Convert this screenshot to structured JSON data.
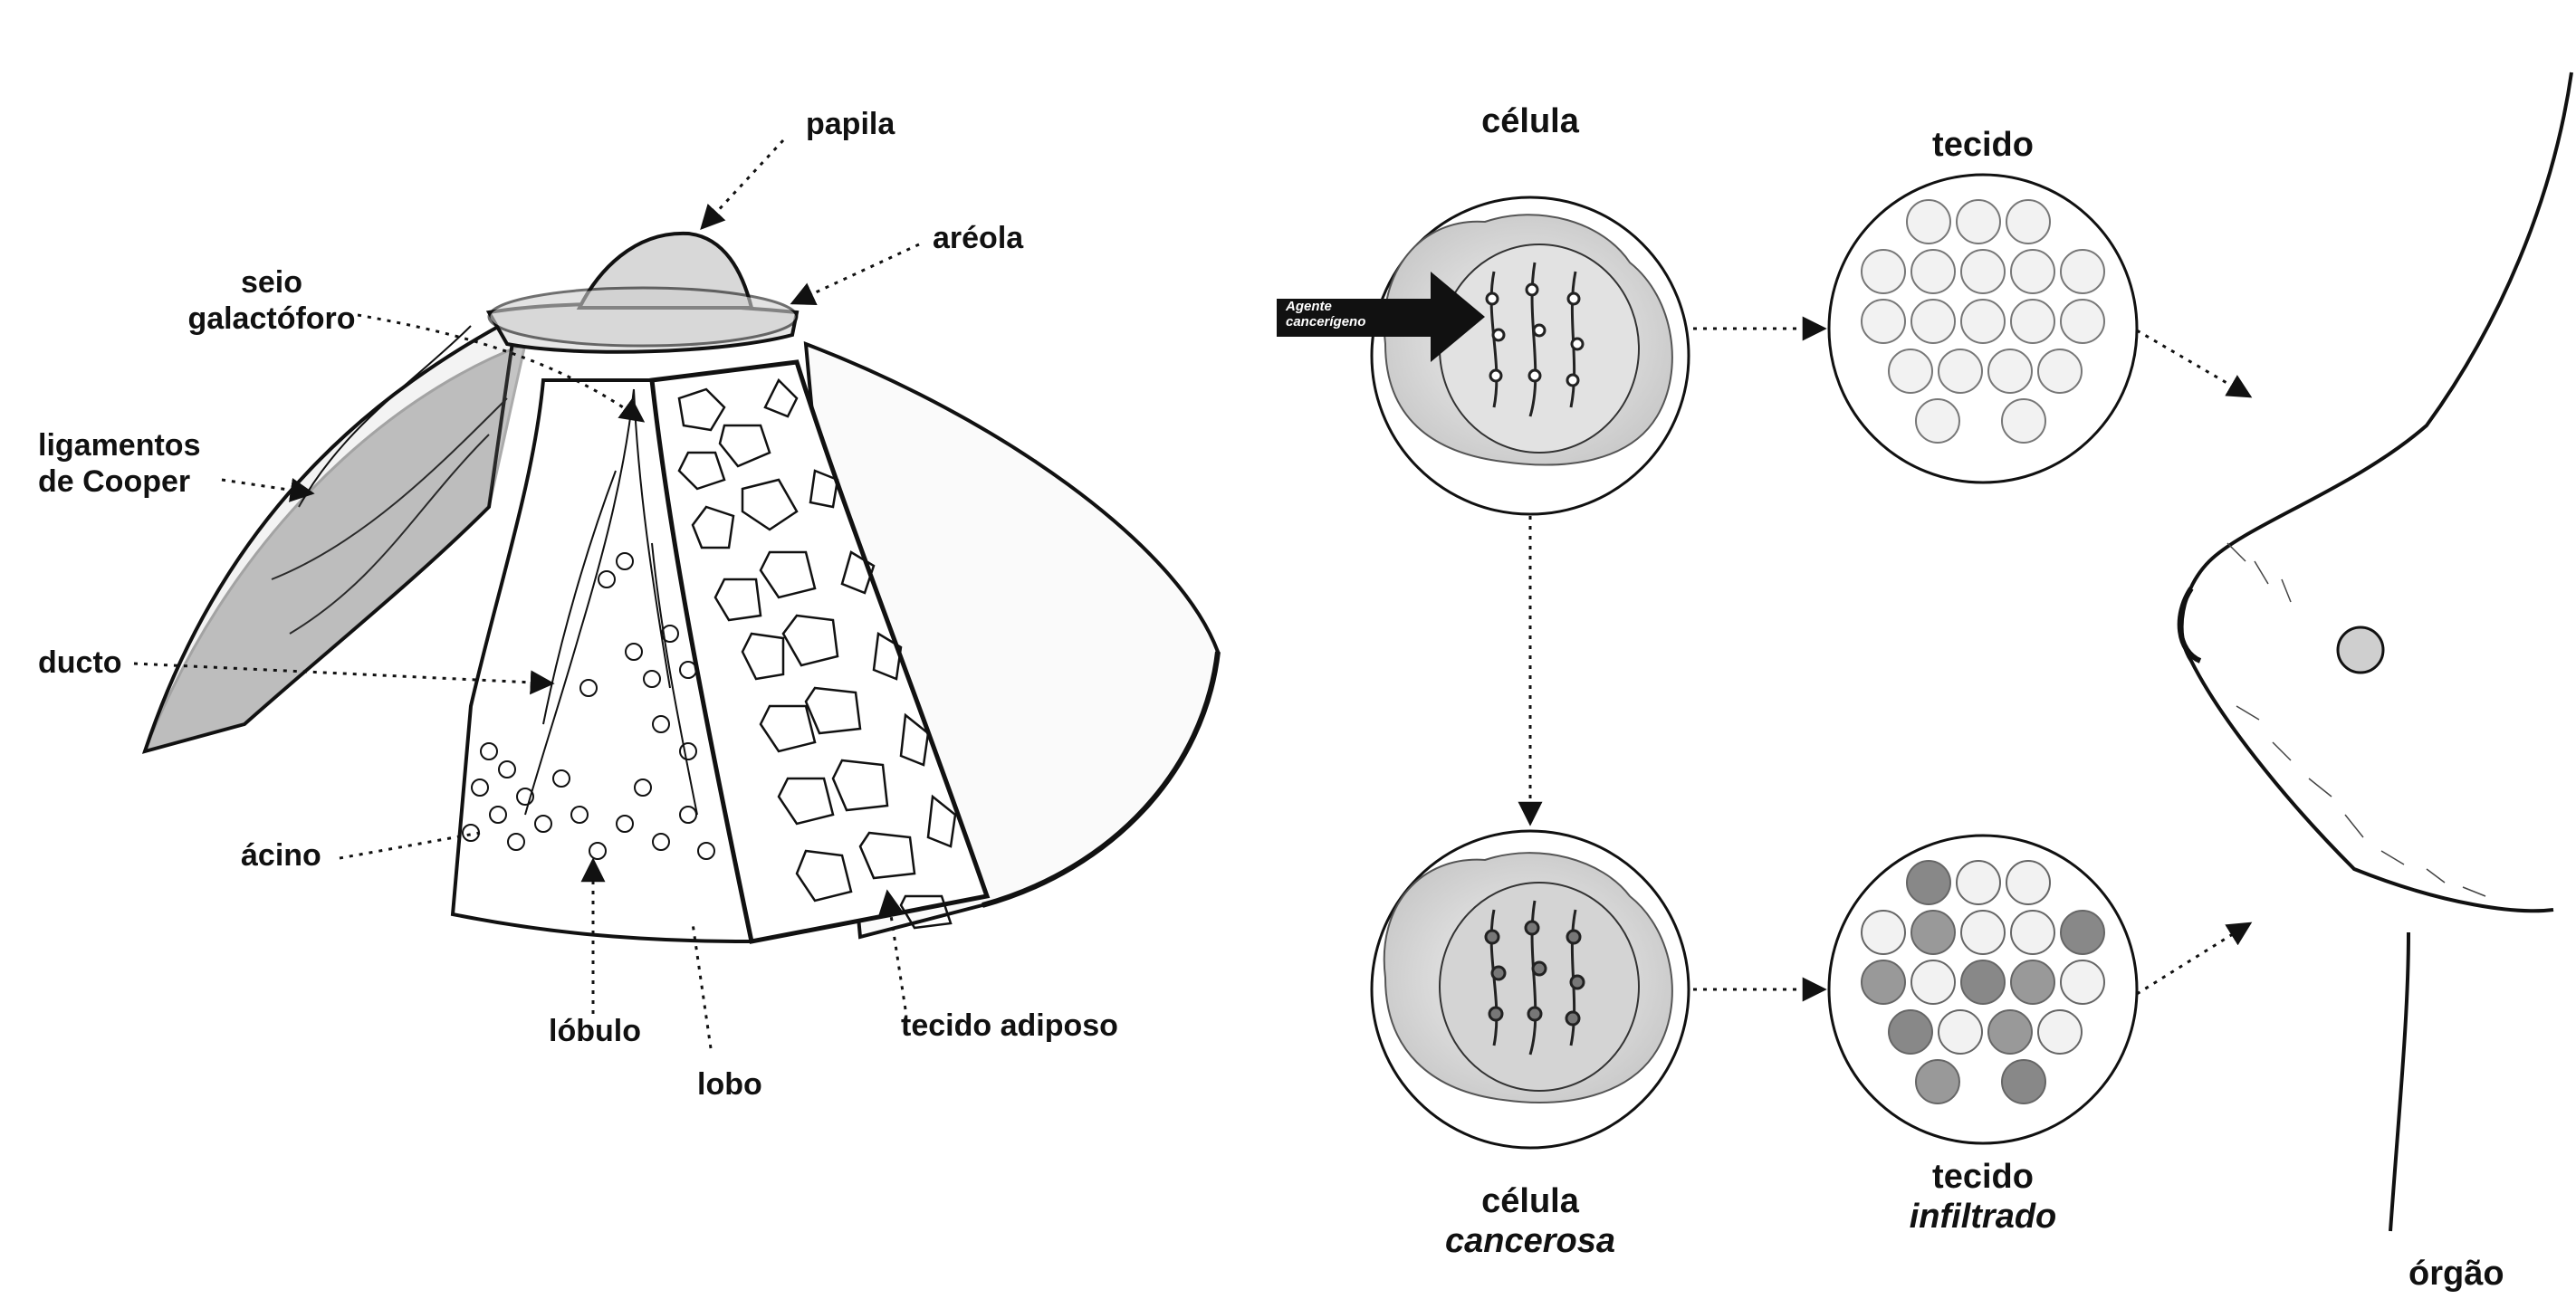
{
  "anatomy_labels": {
    "papila": "papila",
    "areola": "aréola",
    "seio_line1": "seio",
    "seio_line2": "galactóforo",
    "ligamentos_line1": "ligamentos",
    "ligamentos_line2": "de Cooper",
    "ducto": "ducto",
    "acino": "ácino",
    "lobulo": "lóbulo",
    "lobo": "lobo",
    "tecido_adiposo": "tecido adiposo"
  },
  "process_labels": {
    "celula": "célula",
    "tecido": "tecido",
    "agente_line1": "Agente",
    "agente_line2": "cancerígeno",
    "celula_cancerosa_line1": "célula",
    "celula_cancerosa_line2": "cancerosa",
    "tecido_infiltrado_line1": "tecido",
    "tecido_infiltrado_line2": "infiltrado",
    "orgao": "órgão"
  }
}
